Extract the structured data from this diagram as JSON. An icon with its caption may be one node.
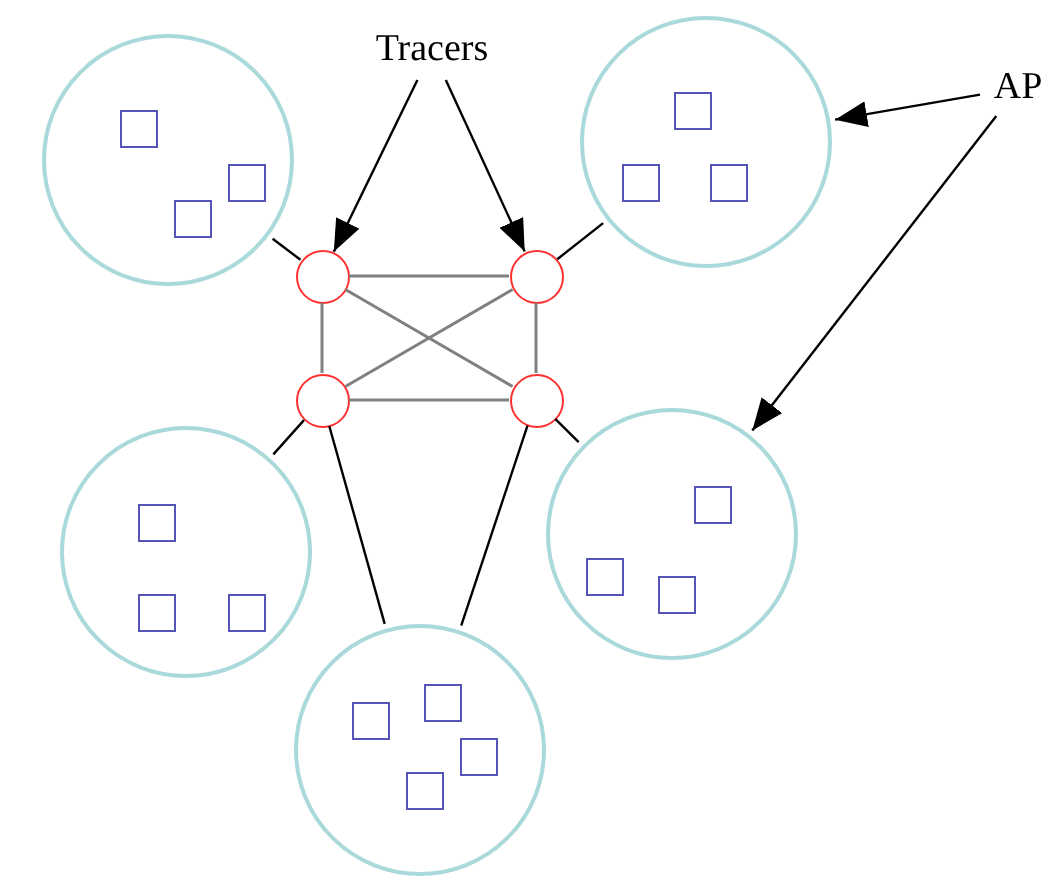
{
  "diagram": {
    "nodes": [
      {
        "text": [],
        "shape": "circle"
      },
      {
        "text": [],
        "shape": "box",
        "in": 0
      },
      {
        "text": [],
        "shape": "box",
        "in": 0
      },
      {
        "text": [],
        "shape": "box",
        "in": 0
      },
      {
        "text": [
          "Tracers"
        ]
      },
      {
        "text": [],
        "shape": "circle"
      },
      {
        "text": [],
        "shape": "box",
        "in": 5
      },
      {
        "text": [],
        "shape": "box",
        "in": 5
      },
      {
        "text": [],
        "shape": "box",
        "in": 5
      },
      {
        "text": [
          "AP"
        ]
      },
      {
        "text": [],
        "shape": "circle"
      },
      {
        "text": [],
        "shape": "circle"
      },
      {
        "text": [],
        "shape": "circle"
      },
      {
        "text": [],
        "shape": "circle"
      },
      {
        "text": [],
        "shape": "circle"
      },
      {
        "text": [],
        "shape": "box",
        "in": 14
      },
      {
        "text": [],
        "shape": "box",
        "in": 14
      },
      {
        "text": [],
        "shape": "box",
        "in": 14
      },
      {
        "text": [],
        "shape": "circle"
      },
      {
        "text": [],
        "shape": "box",
        "in": 18
      },
      {
        "text": [],
        "shape": "box",
        "in": 18
      },
      {
        "text": [],
        "shape": "box",
        "in": 18
      },
      {
        "text": [],
        "shape": "circle"
      },
      {
        "text": [],
        "shape": "box",
        "in": 22
      },
      {
        "text": [],
        "shape": "box",
        "in": 22
      },
      {
        "text": [],
        "shape": "box",
        "in": 22
      },
      {
        "text": [],
        "shape": "box",
        "in": 22
      }
    ],
    "edges": [
      {
        "from": 10,
        "to": 11,
        "arrow": "none",
        "color": "#808080"
      },
      {
        "from": 12,
        "to": 13,
        "arrow": "none",
        "color": "#808080"
      },
      {
        "from": 10,
        "to": 12,
        "arrow": "none",
        "color": "#808080"
      },
      {
        "from": 11,
        "to": 13,
        "arrow": "none",
        "color": "#808080"
      },
      {
        "from": 10,
        "to": 13,
        "arrow": "none",
        "color": "#808080"
      },
      {
        "from": 11,
        "to": 12,
        "arrow": "none",
        "color": "#808080"
      },
      {
        "from": 10,
        "to": 0,
        "arrow": "none"
      },
      {
        "from": 11,
        "to": 5,
        "arrow": "none"
      },
      {
        "from": 12,
        "to": 14,
        "arrow": "none"
      },
      {
        "from": 13,
        "to": 18,
        "arrow": "none"
      },
      {
        "from": 12,
        "to": 22,
        "arrow": "none"
      },
      {
        "from": 13,
        "to": 22,
        "arrow": "none"
      },
      {
        "from": 4,
        "to": 10,
        "arrow": "to"
      },
      {
        "from": 4,
        "to": 11,
        "arrow": "to"
      },
      {
        "from": 9,
        "to": 5,
        "arrow": "to"
      },
      {
        "from": 9,
        "to": 18,
        "arrow": "to"
      }
    ]
  }
}
